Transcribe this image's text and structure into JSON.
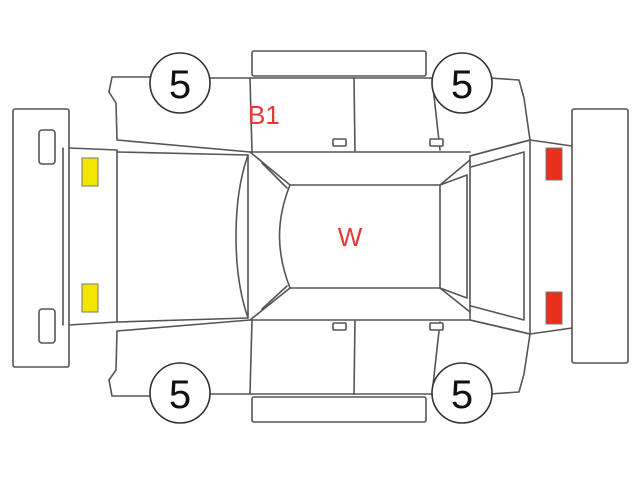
{
  "tires": {
    "front_left": "5",
    "front_right": "5",
    "rear_left": "5",
    "rear_right": "5"
  },
  "damage_marks": {
    "left_side": "B1",
    "roof": "W",
    "color": "#e53935"
  },
  "lamps": {
    "front_color": "#f2e600",
    "rear_color": "#e8301c"
  }
}
